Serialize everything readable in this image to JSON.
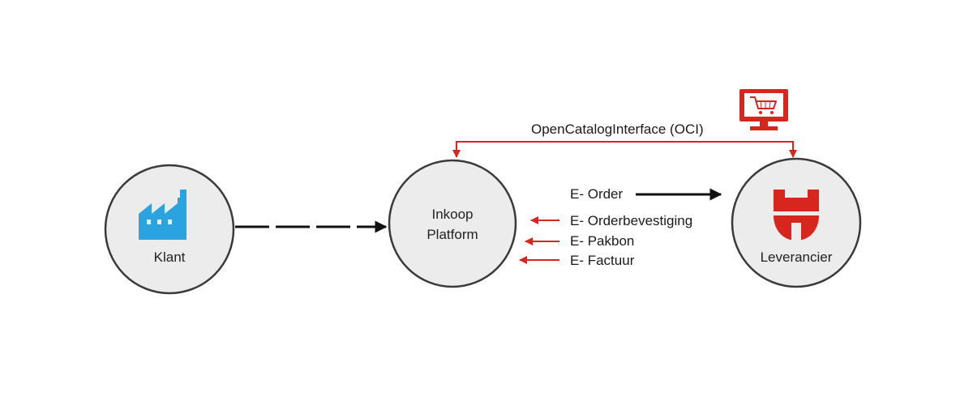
{
  "nodes": {
    "klant": {
      "label": "Klant",
      "icon": "factory-icon"
    },
    "platform": {
      "label_line1": "Inkoop",
      "label_line2": "Platform"
    },
    "leverancier": {
      "label": "Leverancier",
      "icon": "supplier-logo-icon"
    }
  },
  "oci": {
    "label": "OpenCatalogInterface (OCI)",
    "icon": "shopping-cart-monitor-icon"
  },
  "flows": {
    "order": "E- Order",
    "orderbevestiging": "E- Orderbevestiging",
    "pakbon": "E- Pakbon",
    "factuur": "E- Factuur"
  },
  "colors": {
    "accent_red": "#d7261e",
    "factory_blue": "#2aa3e0",
    "circle_fill": "#ececec",
    "circle_stroke": "#3a3a3a",
    "line_black": "#111111"
  }
}
